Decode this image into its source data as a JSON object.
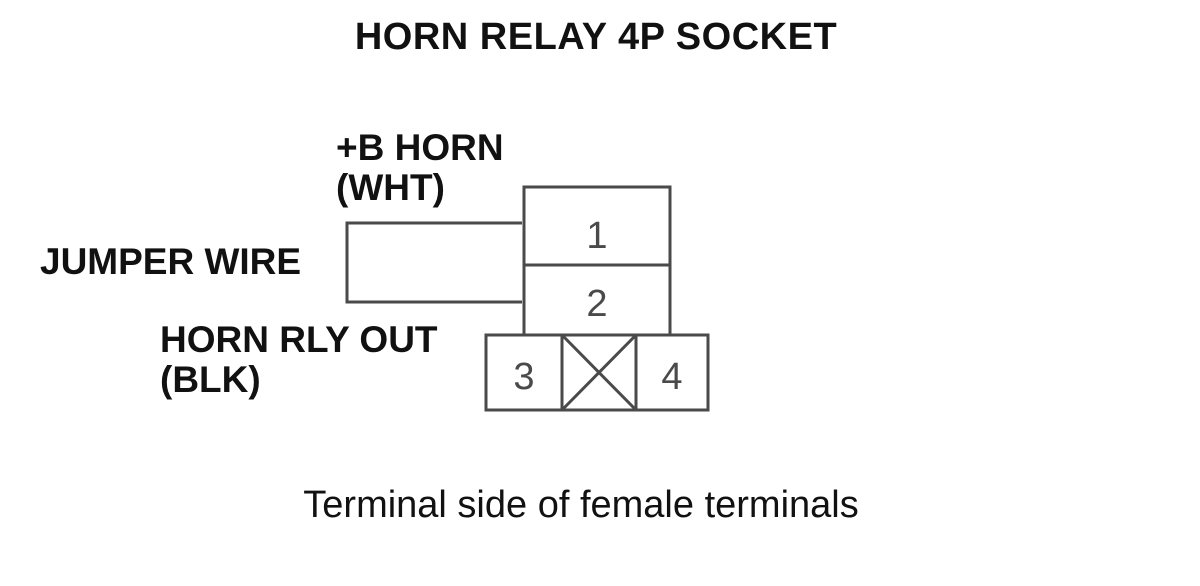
{
  "title": "HORN RELAY 4P SOCKET",
  "labels": {
    "b_horn_line1": "+B HORN",
    "b_horn_line2": "(WHT)",
    "jumper_wire": "JUMPER WIRE",
    "horn_rly_out_line1": "HORN RLY OUT",
    "horn_rly_out_line2": "(BLK)"
  },
  "terminals": {
    "t1": "1",
    "t2": "2",
    "t3": "3",
    "t4": "4"
  },
  "footer": "Terminal side of female terminals",
  "colors": {
    "line": "#4a4a4a",
    "text": "#111111"
  }
}
